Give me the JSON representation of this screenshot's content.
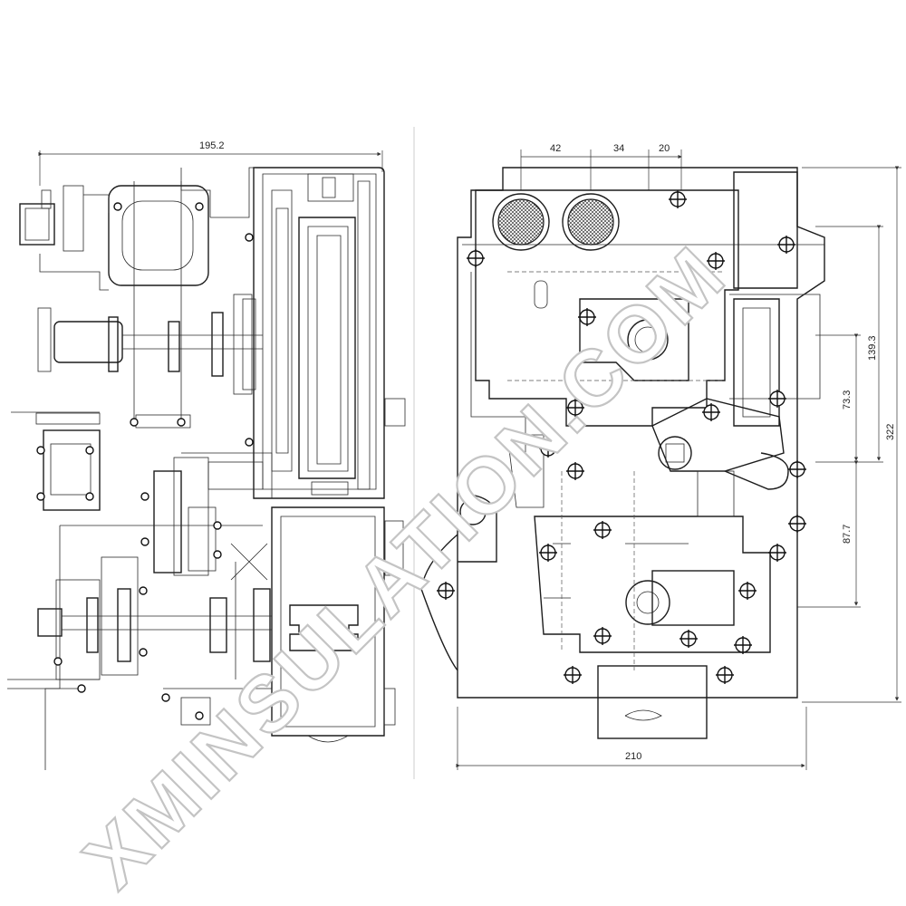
{
  "drawing": {
    "left_view": {
      "width_dimension": "195.2"
    },
    "right_view": {
      "top_dimensions": [
        "42",
        "34",
        "20"
      ],
      "bottom_dimension": "210",
      "side_dimensions": [
        "139.3",
        "73.3",
        "87.7",
        "322"
      ]
    }
  },
  "watermark": {
    "text": "XMINSULATION.COM",
    "color": "#c4c4c4"
  },
  "colors": {
    "line": "#1c1c1c",
    "background": "#ffffff"
  }
}
